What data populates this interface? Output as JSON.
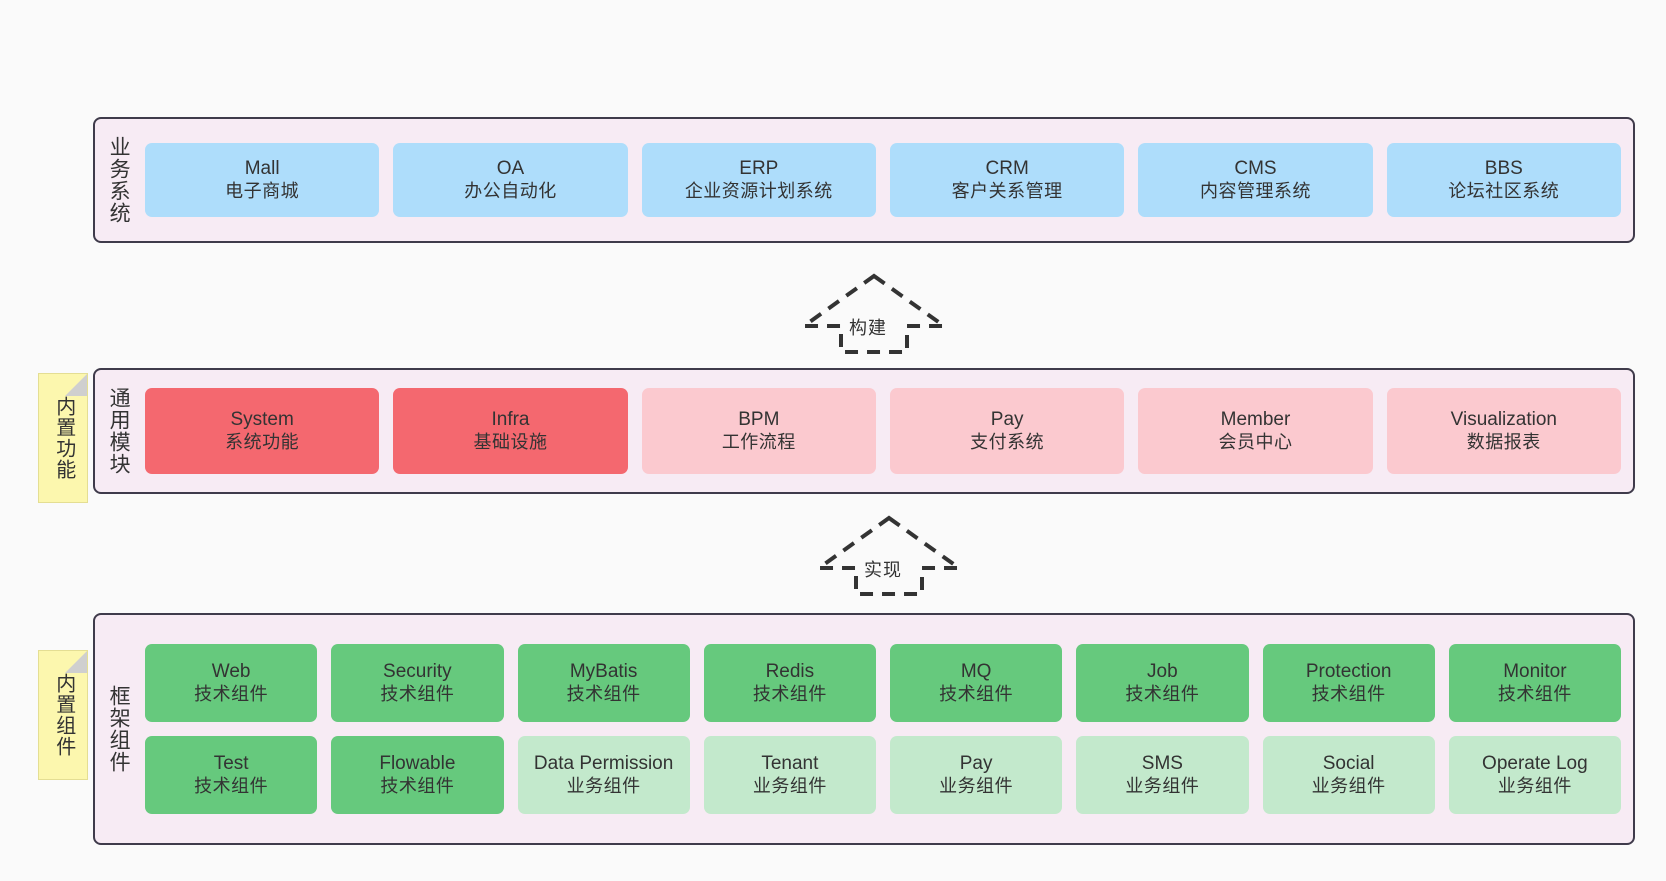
{
  "diagram": {
    "background_color": "#FAFAFA",
    "band_fill": "#F7EBF4",
    "band_border": "#3F3B4B",
    "colors": {
      "blue": "#AEDDFB",
      "red": "#F4686F",
      "pink": "#FBC9CF",
      "green": "#66C97D",
      "light_green": "#C3E9CC",
      "sticky_yellow": "#FCF7AE"
    }
  },
  "business_layer": {
    "title": "业务系统",
    "cards": [
      {
        "en": "Mall",
        "cn": "电子商城"
      },
      {
        "en": "OA",
        "cn": "办公自动化"
      },
      {
        "en": "ERP",
        "cn": "企业资源计划系统"
      },
      {
        "en": "CRM",
        "cn": "客户关系管理"
      },
      {
        "en": "CMS",
        "cn": "内容管理系统"
      },
      {
        "en": "BBS",
        "cn": "论坛社区系统"
      }
    ]
  },
  "arrow_build": {
    "label": "构建"
  },
  "module_layer": {
    "title": "通用模块",
    "sticky": "内置功能",
    "cards": [
      {
        "en": "System",
        "cn": "系统功能",
        "color": "red"
      },
      {
        "en": "Infra",
        "cn": "基础设施",
        "color": "red"
      },
      {
        "en": "BPM",
        "cn": "工作流程",
        "color": "pink"
      },
      {
        "en": "Pay",
        "cn": "支付系统",
        "color": "pink"
      },
      {
        "en": "Member",
        "cn": "会员中心",
        "color": "pink"
      },
      {
        "en": "Visualization",
        "cn": "数据报表",
        "color": "pink"
      }
    ]
  },
  "arrow_implement": {
    "label": "实现"
  },
  "framework_layer": {
    "title": "框架组件",
    "sticky": "内置组件",
    "row1": [
      {
        "en": "Web",
        "cn": "技术组件",
        "color": "green"
      },
      {
        "en": "Security",
        "cn": "技术组件",
        "color": "green"
      },
      {
        "en": "MyBatis",
        "cn": "技术组件",
        "color": "green"
      },
      {
        "en": "Redis",
        "cn": "技术组件",
        "color": "green"
      },
      {
        "en": "MQ",
        "cn": "技术组件",
        "color": "green"
      },
      {
        "en": "Job",
        "cn": "技术组件",
        "color": "green"
      },
      {
        "en": "Protection",
        "cn": "技术组件",
        "color": "green"
      },
      {
        "en": "Monitor",
        "cn": "技术组件",
        "color": "green"
      }
    ],
    "row2": [
      {
        "en": "Test",
        "cn": "技术组件",
        "color": "green"
      },
      {
        "en": "Flowable",
        "cn": "技术组件",
        "color": "green"
      },
      {
        "en": "Data Permission",
        "cn": "业务组件",
        "color": "light_green"
      },
      {
        "en": "Tenant",
        "cn": "业务组件",
        "color": "light_green"
      },
      {
        "en": "Pay",
        "cn": "业务组件",
        "color": "light_green"
      },
      {
        "en": "SMS",
        "cn": "业务组件",
        "color": "light_green"
      },
      {
        "en": "Social",
        "cn": "业务组件",
        "color": "light_green"
      },
      {
        "en": "Operate Log",
        "cn": "业务组件",
        "color": "light_green"
      }
    ]
  }
}
